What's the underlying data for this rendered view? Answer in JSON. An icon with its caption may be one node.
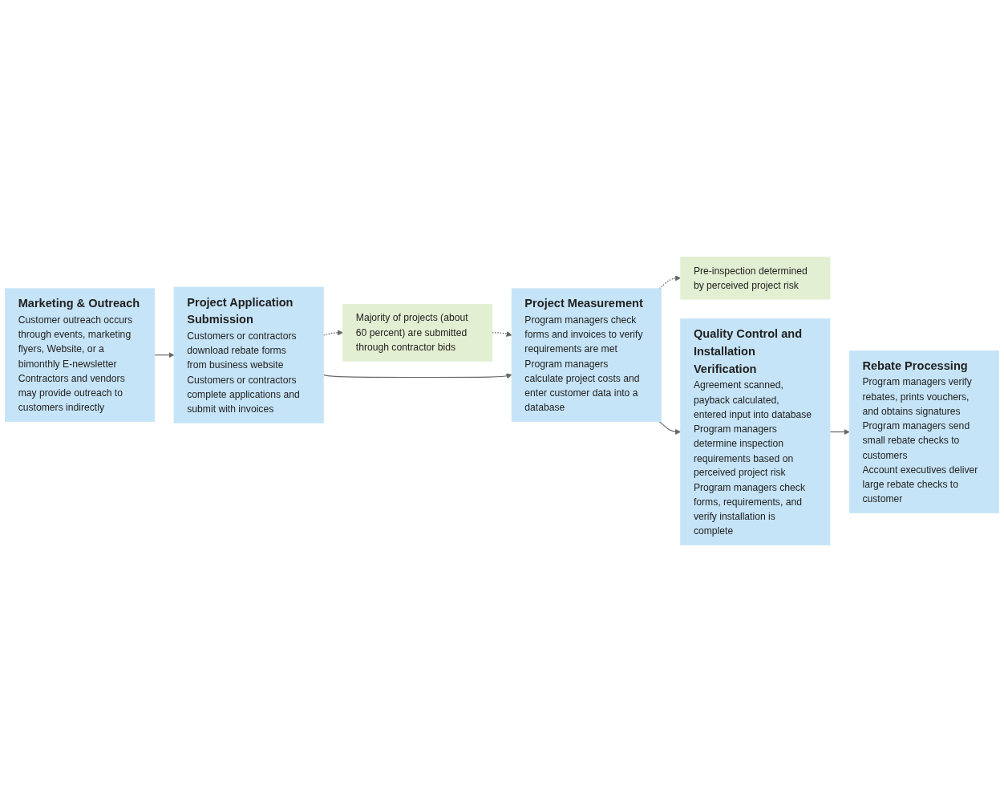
{
  "diagram": {
    "nodes": [
      {
        "text": [
          "Majority of projects (about 60 percent) are submitted through contractor bids"
        ]
      },
      {
        "text": [
          "Pre-inspection determined by perceived project risk"
        ]
      },
      {
        "text": [
          "Marketing & Outreach",
          "Customer outreach occurs through events, marketing flyers, Website, or a bimonthly E-newsletter",
          "Contractors and vendors may provide outreach to customers indirectly"
        ]
      },
      {
        "text": [
          "Project Application Submission",
          "Customers or contractors download rebate forms from business website",
          "Customers or contractors complete applications and submit with invoices"
        ]
      },
      {
        "text": [
          "Project Measurement",
          "Program managers check forms and invoices to verify requirements are met",
          "Program managers calculate project costs and enter customer data into a database"
        ]
      },
      {
        "text": [
          "Quality Control and Installation Verification",
          "Agreement scanned, payback calculated, entered input into database",
          "Program managers determine inspection requirements based on perceived project risk",
          "Program managers check forms, requirements, and verify installation is complete"
        ]
      },
      {
        "text": [
          "Rebate Processing",
          "Program managers verify rebates, prints vouchers, and obtains signatures",
          "Program managers send small rebate checks to customers",
          "Account executives deliver large rebate checks to customer"
        ]
      }
    ],
    "edges": [
      {
        "from": 2,
        "to": 3,
        "arrow": "to"
      },
      {
        "from": 3,
        "to": 0,
        "arrow": "to",
        "style": "dashed"
      },
      {
        "from": 0,
        "to": 4,
        "arrow": "to",
        "style": "dashed"
      },
      {
        "from": 3,
        "to": 4,
        "arrow": "to"
      },
      {
        "from": 4,
        "to": 1,
        "arrow": "to",
        "style": "dashed"
      },
      {
        "from": 4,
        "to": 5,
        "arrow": "to"
      },
      {
        "from": 5,
        "to": 6,
        "arrow": "to"
      }
    ]
  }
}
